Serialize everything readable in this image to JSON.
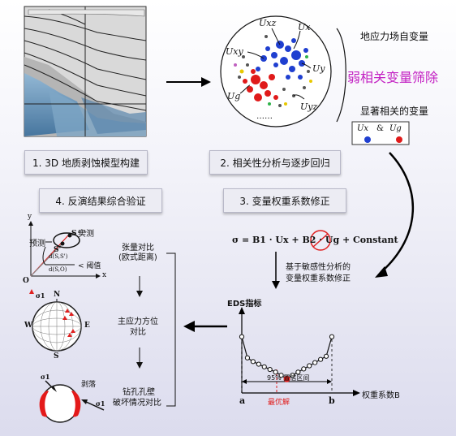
{
  "steps": {
    "step1": "1. 3D 地质剥蚀模型构建",
    "step2": "2. 相关性分析与逐步回归",
    "step3": "3. 变量权重系数修正",
    "step4": "4. 反演结果综合验证"
  },
  "variables": {
    "title": "地应力场自变量",
    "screen": "弱相关变量筛除",
    "significant": "显著相关的变量",
    "labels": [
      "Uxz",
      "Ux",
      "Uxy",
      "Uy",
      "Ug",
      "Uyz"
    ],
    "ellipsis": "……",
    "legend": {
      "a": "Ux",
      "amp": "&",
      "b": "Ug"
    }
  },
  "formula": {
    "text": "σ = B1 · Ux + B2 · Ug + Constant",
    "note_line1": "基于敏感性分析的",
    "note_line2": "变量权重系数修正"
  },
  "eds_chart": {
    "ylabel": "EDS指标",
    "xlabel": "权重系数B",
    "a": "a",
    "b": "b",
    "interval": "95% 置信区间",
    "optimum": "最优解"
  },
  "chart_data": {
    "type": "line",
    "x": [
      0,
      1,
      2,
      3,
      4,
      5,
      6,
      7,
      8,
      9,
      10,
      11,
      12,
      13,
      14,
      15,
      16
    ],
    "y": [
      0.85,
      0.45,
      0.38,
      0.33,
      0.28,
      0.23,
      0.18,
      0.12,
      0.05,
      0.12,
      0.18,
      0.24,
      0.3,
      0.36,
      0.42,
      0.48,
      0.85
    ],
    "optimum_index": 8,
    "ylabel": "EDS指标",
    "xlabel": "权重系数B"
  },
  "validation": {
    "compare1_line1": "张量对比",
    "compare1_line2": "(欧式距离)",
    "compare2_line1": "主应力方位",
    "compare2_line2": "对比",
    "compare3_line1": "钻孔孔壁",
    "compare3_line2": "破坏情况对比",
    "measured": "实测",
    "predicted": "预测",
    "S": "S",
    "S_prime": "S'",
    "O": "O",
    "x": "x",
    "y": "y",
    "dist1": "d",
    "dist1_args": "(S,S')",
    "dist2_args": "(S,O)",
    "threshold": "< 阈值",
    "sigma1": "σ1",
    "sigma_h": "σ",
    "north": "N",
    "south": "S",
    "west": "W",
    "east": "E",
    "spalling": "剥落"
  },
  "colors": {
    "accent_purple": "#c21fc2",
    "red": "#e02020",
    "blue": "#2050d0"
  }
}
